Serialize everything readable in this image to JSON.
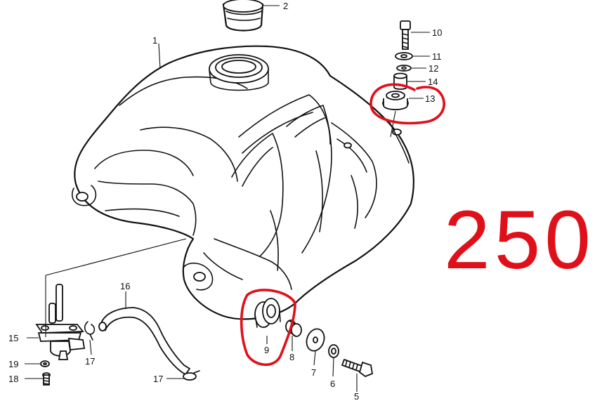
{
  "callouts": {
    "c1": "1",
    "c2": "2",
    "c5": "5",
    "c6": "6",
    "c7": "7",
    "c8": "8",
    "c9": "9",
    "c10": "10",
    "c11": "11",
    "c12": "12",
    "c13": "13",
    "c14": "14",
    "c15": "15",
    "c16": "16",
    "c17a": "17",
    "c17b": "17",
    "c18": "18",
    "c19": "19"
  },
  "annotation": {
    "handwritten_number": "250",
    "ink_color": "#e0101a"
  },
  "colors": {
    "line": "#111111",
    "background": "#ffffff"
  }
}
